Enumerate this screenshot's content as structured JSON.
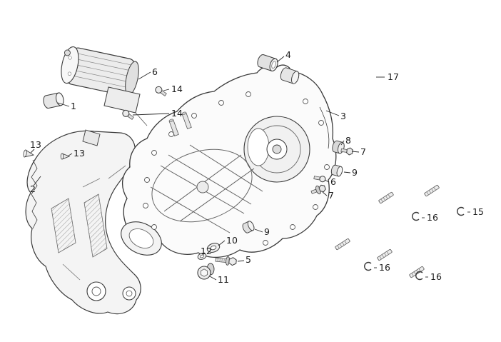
{
  "figure": {
    "background_color": "#ffffff",
    "line_color": "#3a3a3a",
    "kind": "exploded-parts-diagram"
  },
  "callouts": [
    {
      "text": "1"
    },
    {
      "text": "2"
    },
    {
      "text": "3"
    },
    {
      "text": "4"
    },
    {
      "text": "6"
    },
    {
      "text": "14"
    },
    {
      "text": "14"
    },
    {
      "text": "13"
    },
    {
      "text": "13"
    },
    {
      "text": "8"
    },
    {
      "text": "7"
    },
    {
      "text": "9"
    },
    {
      "text": "6"
    },
    {
      "text": "7"
    },
    {
      "text": "9"
    },
    {
      "text": "10"
    },
    {
      "text": "12"
    },
    {
      "text": "5"
    },
    {
      "text": "11"
    },
    {
      "text": "17"
    },
    {
      "text": "15"
    },
    {
      "text": "16"
    },
    {
      "text": "16"
    },
    {
      "text": "16"
    }
  ]
}
